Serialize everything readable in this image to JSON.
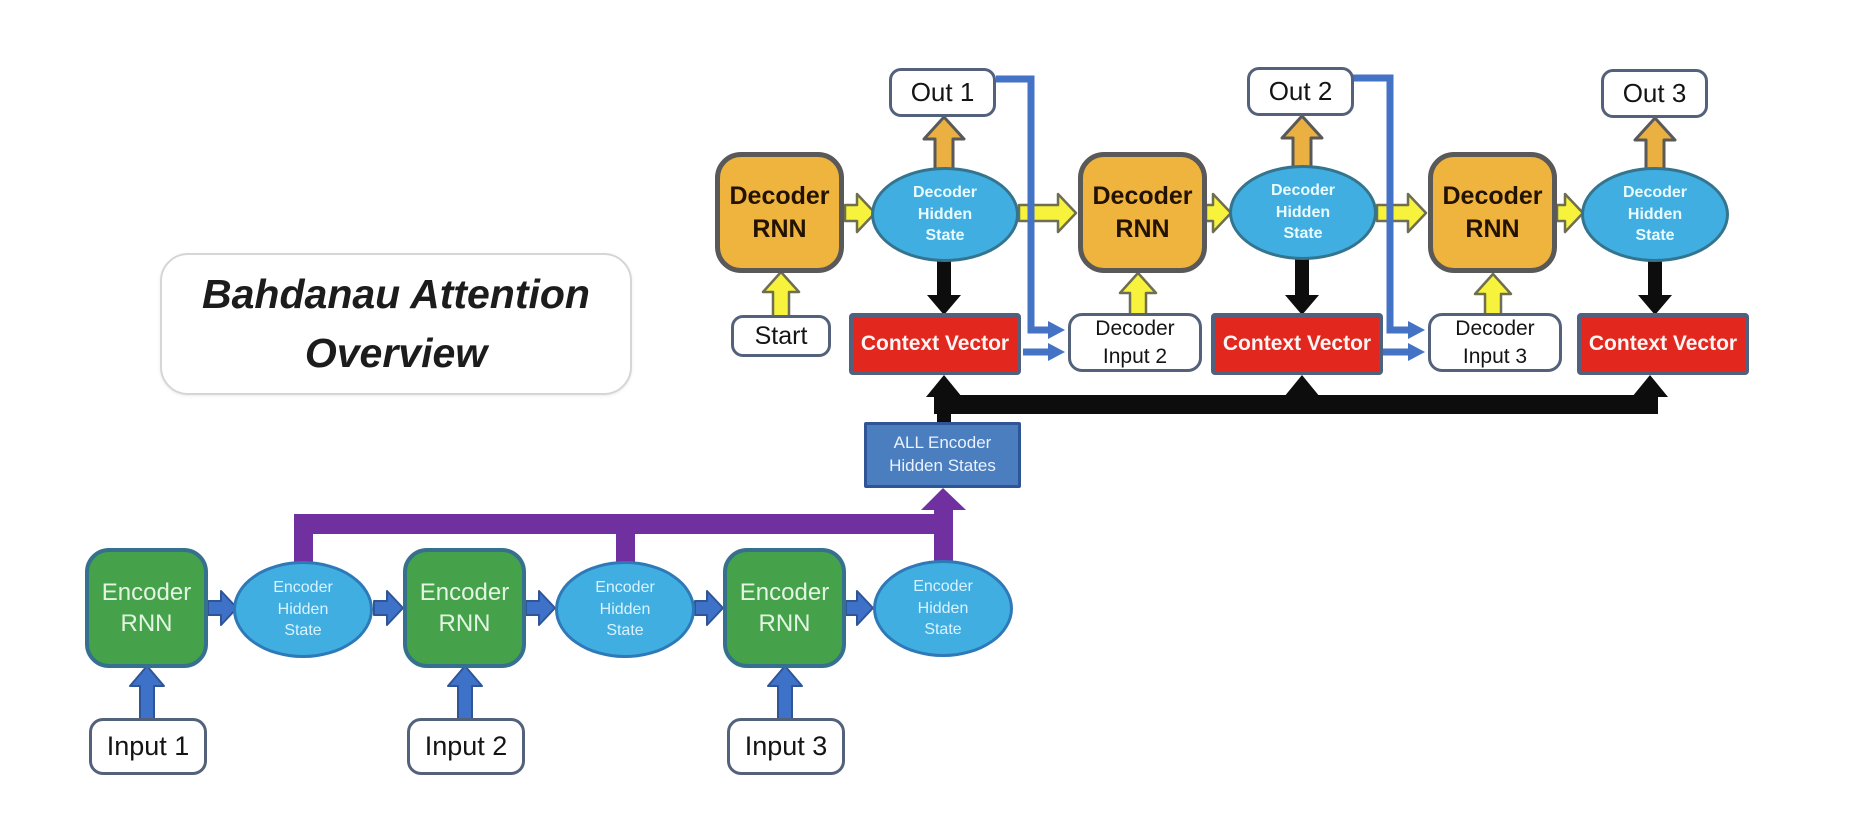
{
  "title": "Bahdanau Attention Overview",
  "colors": {
    "decoder_fill": "#eeb43d",
    "decoder_border": "#595959",
    "hidden_state_fill": "#41aee1",
    "hidden_state_border": "#2e79b8",
    "encoder_fill": "#45a24a",
    "encoder_border": "#35708f",
    "context_fill": "#e2271e",
    "context_border": "#50607f",
    "all_states_fill": "#4a7ebe",
    "all_states_border": "#2f5597",
    "wire_blue": "#4472c4",
    "wire_purple": "#7030a0",
    "wire_black": "#0d0d0d",
    "arrow_yellow": "#f7f23b",
    "arrow_amber": "#eab041",
    "white_box_border": "#44546a"
  },
  "decoder": {
    "units": [
      {
        "rnn": "Decoder RNN",
        "hidden": "Decoder Hidden State",
        "out": "Out 1",
        "context": "Context Vector",
        "input": "Start"
      },
      {
        "rnn": "Decoder RNN",
        "hidden": "Decoder Hidden State",
        "out": "Out 2",
        "context": "Context Vector",
        "input": "Decoder Input 2"
      },
      {
        "rnn": "Decoder RNN",
        "hidden": "Decoder Hidden State",
        "out": "Out 3",
        "context": "Context Vector",
        "input": "Decoder Input 3"
      }
    ]
  },
  "attention": {
    "all_states": "ALL Encoder Hidden States"
  },
  "encoder": {
    "units": [
      {
        "rnn": "Encoder RNN",
        "hidden": "Encoder Hidden State",
        "input": "Input 1"
      },
      {
        "rnn": "Encoder RNN",
        "hidden": "Encoder Hidden State",
        "input": "Input 2"
      },
      {
        "rnn": "Encoder RNN",
        "hidden": "Encoder Hidden State",
        "input": "Input 3"
      }
    ]
  }
}
